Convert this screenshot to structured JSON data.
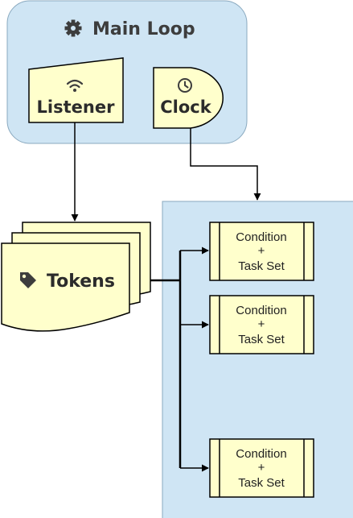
{
  "main_loop": {
    "title": "Main Loop",
    "icon": "gear-icon"
  },
  "listener": {
    "label": "Listener",
    "icon": "wifi-icon"
  },
  "clock": {
    "label": "Clock",
    "icon": "clock-icon"
  },
  "tokens": {
    "label": "Tokens",
    "icon": "tag-icon"
  },
  "tasks": [
    {
      "line1": "Condition",
      "line2": "+",
      "line3": "Task Set"
    },
    {
      "line1": "Condition",
      "line2": "+",
      "line3": "Task Set"
    },
    {
      "line1": "Condition",
      "line2": "+",
      "line3": "Task Set"
    }
  ],
  "colors": {
    "container_fill": "#cfe5f4",
    "node_fill": "#ffffcc",
    "stroke": "#000000",
    "icon": "#3d3d3d"
  }
}
